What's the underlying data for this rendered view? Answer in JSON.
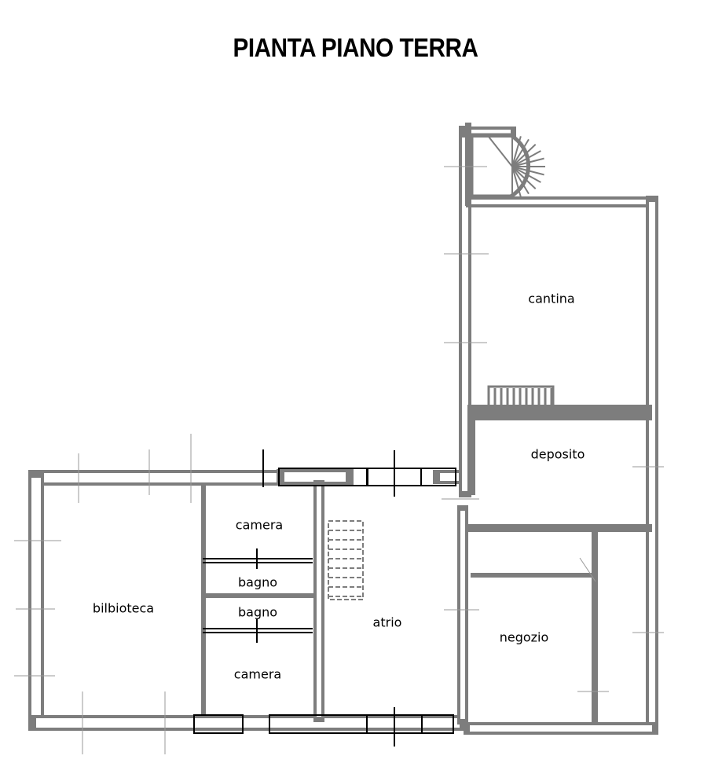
{
  "title": "PIANTA PIANO TERRA",
  "rooms": {
    "cantina": "cantina",
    "deposito": "deposito",
    "negozio": "negozio",
    "atrio": "atrio",
    "bilbioteca": "bilbioteca",
    "camera_top": "camera",
    "bagno_top": "bagno",
    "bagno_bottom": "bagno",
    "camera_bottom": "camera"
  },
  "colors": {
    "wall": "#7d7d7d",
    "line": "#000000"
  }
}
